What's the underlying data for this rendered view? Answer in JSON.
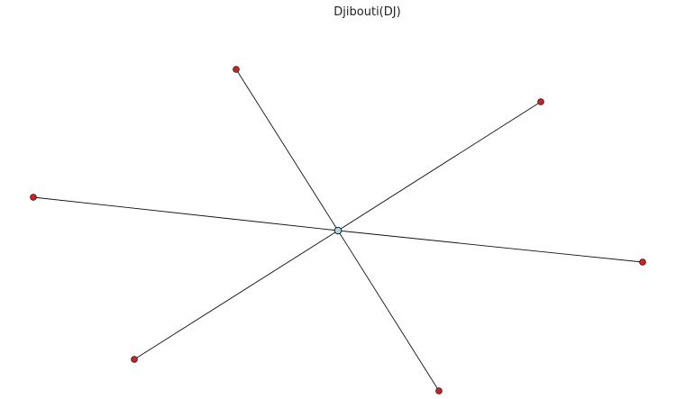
{
  "title": "Djibouti(DJ)",
  "colors": {
    "hub_fill": "#a9d3ea",
    "leaf_fill": "#d42020",
    "edge": "#111111"
  },
  "graph": {
    "hub": "hub",
    "nodes": [
      "hub",
      "leaf-1",
      "leaf-2",
      "leaf-3",
      "leaf-4",
      "leaf-5",
      "leaf-6"
    ],
    "edges": [
      [
        "hub",
        "leaf-1"
      ],
      [
        "hub",
        "leaf-2"
      ],
      [
        "hub",
        "leaf-3"
      ],
      [
        "hub",
        "leaf-4"
      ],
      [
        "hub",
        "leaf-5"
      ],
      [
        "hub",
        "leaf-6"
      ]
    ]
  }
}
